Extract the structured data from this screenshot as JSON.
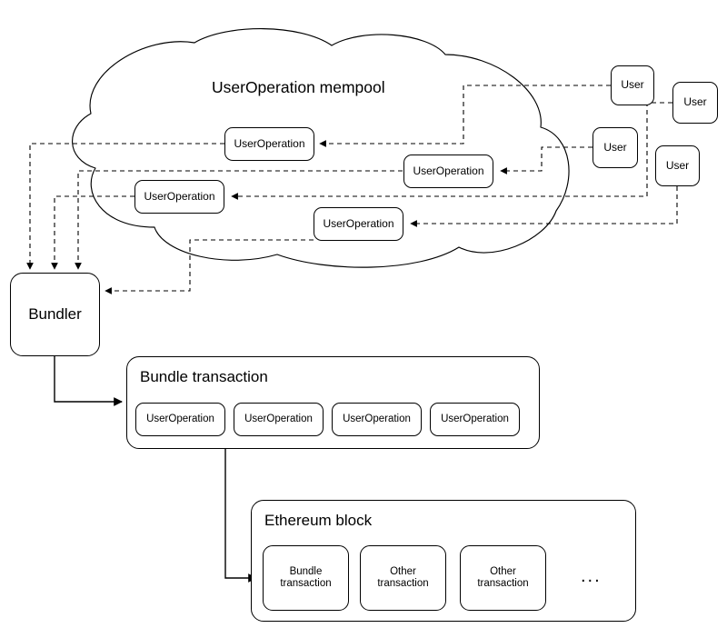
{
  "diagram": {
    "title_mempool": "UserOperation mempool",
    "bundler_label": "Bundler",
    "bundle_title": "Bundle transaction",
    "block_title": "Ethereum block",
    "ellipsis": "...",
    "colors": {
      "stroke": "#000000",
      "fill": "#ffffff",
      "text": "#000000"
    },
    "mempool_ops": [
      {
        "label": "UserOperation"
      },
      {
        "label": "UserOperation"
      },
      {
        "label": "UserOperation"
      },
      {
        "label": "UserOperation"
      }
    ],
    "users": [
      {
        "label": "User"
      },
      {
        "label": "User"
      },
      {
        "label": "User"
      },
      {
        "label": "User"
      }
    ],
    "bundle_ops": [
      {
        "label": "UserOperation"
      },
      {
        "label": "UserOperation"
      },
      {
        "label": "UserOperation"
      },
      {
        "label": "UserOperation"
      }
    ],
    "block_txs": [
      {
        "line1": "Bundle",
        "line2": "transaction"
      },
      {
        "line1": "Other",
        "line2": "transaction"
      },
      {
        "line1": "Other",
        "line2": "transaction"
      }
    ]
  }
}
